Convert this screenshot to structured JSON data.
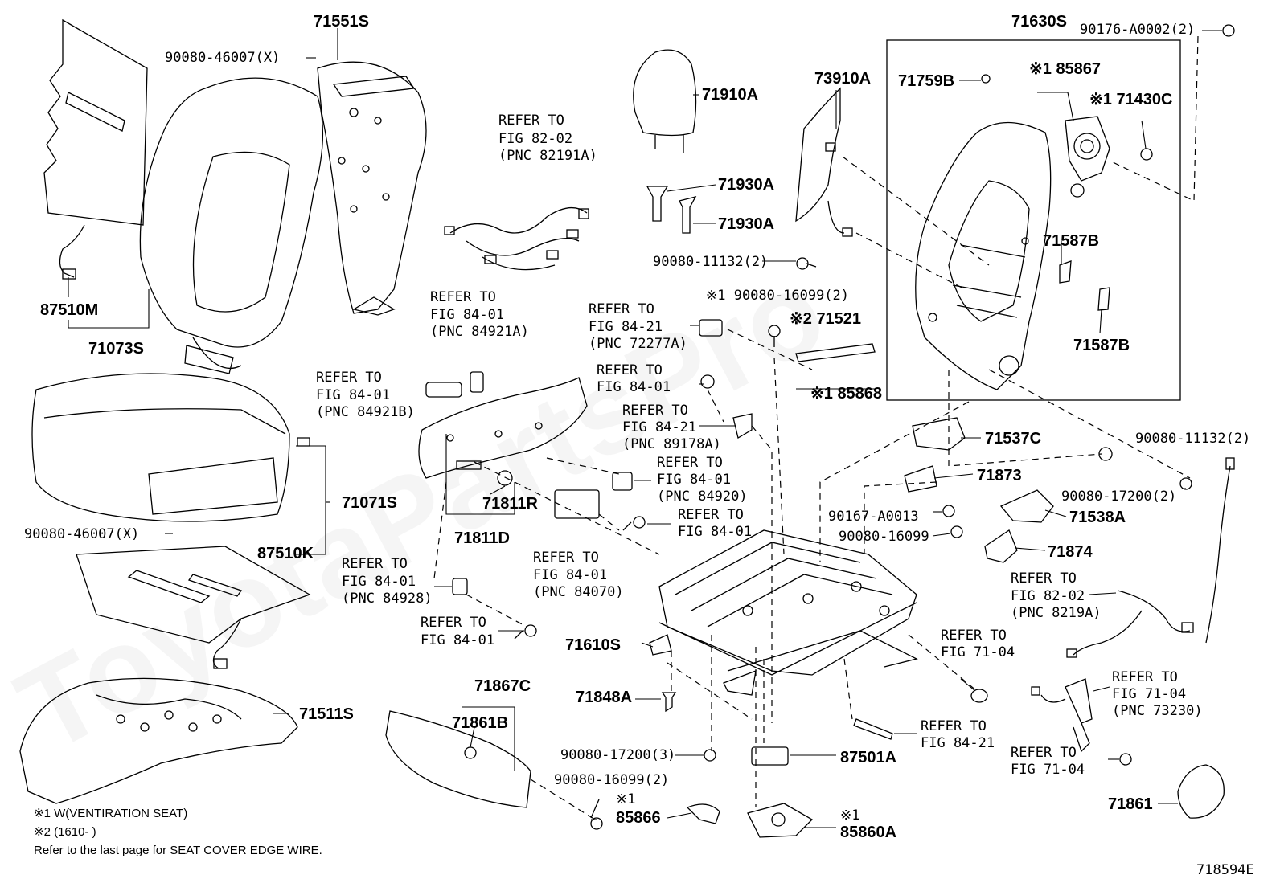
{
  "diagram": {
    "labels": {
      "p71551S": "71551S",
      "p90080_46007_top": "90080-46007(X)",
      "p87510M": "87510M",
      "p71073S": "71073S",
      "p71071S": "71071S",
      "p90080_46007_mid": "90080-46007(X)",
      "p87510K": "87510K",
      "p71511S": "71511S",
      "ref82_02_a": [
        "REFER TO",
        "FIG 82-02",
        "(PNC 82191A)"
      ],
      "ref84_01_a": [
        "REFER TO",
        "FIG 84-01",
        "(PNC 84921A)"
      ],
      "ref84_01_b": [
        "REFER TO",
        "FIG 84-01",
        "(PNC 84921B)"
      ],
      "p71811R": "71811R",
      "p71811D": "71811D",
      "ref84_01_c": [
        "REFER TO",
        "FIG 84-01",
        "(PNC 84928)"
      ],
      "ref84_01_d": [
        "REFER TO",
        "FIG 84-01"
      ],
      "p71867C": "71867C",
      "p71861B": "71861B",
      "p71910A": "71910A",
      "p71930A_1": "71930A",
      "p71930A_2": "71930A",
      "p90080_11132_a": "90080-11132(2)",
      "p73910A": "73910A",
      "ref84_21_a": [
        "REFER TO",
        "FIG 84-21",
        "(PNC 72277A)"
      ],
      "ref84_01_e": [
        "REFER TO",
        "FIG 84-01"
      ],
      "ref84_21_b": [
        "REFER TO",
        "FIG 84-21",
        "(PNC 89178A)"
      ],
      "ref84_01_f": [
        "REFER TO",
        "FIG 84-01",
        "(PNC 84920)"
      ],
      "ref84_01_g": [
        "REFER TO",
        "FIG 84-01"
      ],
      "ref84_01_h": [
        "REFER TO",
        "FIG 84-01",
        "(PNC 84070)"
      ],
      "p90080_16099_a": "※1 90080-16099(2)",
      "p71521": "※2 71521",
      "p85868": "※1 85868",
      "p71610S": "71610S",
      "p71848A": "71848A",
      "p90080_17200_a": "90080-17200(3)",
      "p90080_16099_b": "90080-16099(2)",
      "p85866": "85866",
      "p85866_mark": "※1",
      "p87501A": "87501A",
      "p85860A": "85860A",
      "p85860A_mark": "※1",
      "p71630S": "71630S",
      "p90176": "90176-A0002(2)",
      "p71759B": "71759B",
      "p85867": "※1 85867",
      "p71430C": "※1 71430C",
      "p71587B_1": "71587B",
      "p71587B_2": "71587B",
      "p71537C": "71537C",
      "p90080_11132_b": "90080-11132(2)",
      "p71873": "71873",
      "p90080_17200_b": "90080-17200(2)",
      "p90167": "90167-A0013",
      "p71538A": "71538A",
      "p90080_16099_c": "90080-16099",
      "p71874": "71874",
      "ref82_02_b": [
        "REFER TO",
        "FIG 82-02",
        "(PNC 8219A)"
      ],
      "ref71_04_a": [
        "REFER TO",
        "FIG 71-04"
      ],
      "ref71_04_b": [
        "REFER TO",
        "FIG 71-04",
        "(PNC 73230)"
      ],
      "ref84_21_c": [
        "REFER TO",
        "FIG 84-21"
      ],
      "ref71_04_c": [
        "REFER TO",
        "FIG 71-04"
      ],
      "p71861": "71861"
    },
    "notes": [
      "※1 W(VENTIRATION SEAT)",
      "※2 (1610-    )",
      "Refer to the last page for SEAT COVER EDGE WIRE."
    ],
    "figure_code": "718594E",
    "watermark": "ToyotaPartsPro"
  }
}
